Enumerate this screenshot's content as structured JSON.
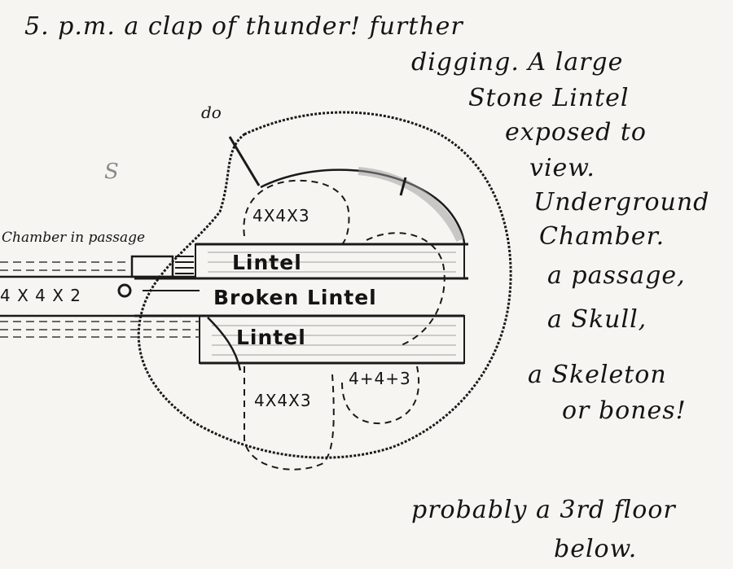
{
  "note": {
    "lines": [
      "5. p.m. a clap of thunder! further",
      "digging. A large",
      "Stone Lintel",
      "exposed to",
      "view.",
      "Underground",
      "Chamber.",
      "a passage,",
      "a Skull,",
      "a Skeleton",
      "or bones!"
    ],
    "footer_lines": [
      "probably a 3rd floor",
      "below."
    ]
  },
  "sketch": {
    "chamber_label": "Chamber in passage",
    "passage_dims": "4 X 4 X 2",
    "lintel_top": "Lintel",
    "lintel_middle": "Broken Lintel",
    "lintel_bottom": "Lintel",
    "box_upper": "4X4X3",
    "box_lower_left": "4X4X3",
    "box_lower_right": "4+4+3",
    "mark_small": "S",
    "mark_top": "do"
  }
}
